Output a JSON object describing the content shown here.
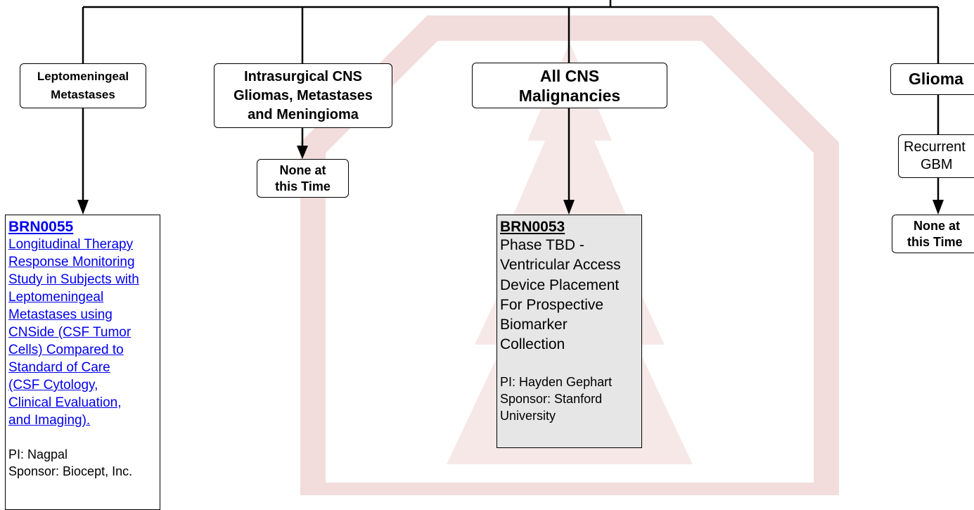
{
  "colors": {
    "watermark": "#f2dcdc",
    "line": "#000000",
    "link": "#0000ee",
    "highlight_box": "#e6e6e6"
  },
  "nodes": {
    "leptomeningeal": {
      "line1": "Leptomeningeal",
      "line2": "Metastases"
    },
    "intrasurgical": {
      "line1": "Intrasurgical CNS",
      "line2": "Gliomas, Metastases",
      "line3": "and Meningioma"
    },
    "all_cns": {
      "line1": "All CNS",
      "line2": "Malignancies"
    },
    "glioma": {
      "label": "Glioma"
    },
    "recurrent_gbm": {
      "line1": "Recurrent",
      "line2": "GBM"
    },
    "none_intrasurgical": {
      "line1": "None at",
      "line2": "this Time"
    },
    "none_glioma": {
      "line1": "None at",
      "line2": "this Time"
    }
  },
  "trials": {
    "brn0055": {
      "code": "BRN0055",
      "title_lines": [
        "Longitudinal Therapy",
        "Response Monitoring",
        "Study in Subjects with",
        "Leptomeningeal",
        "Metastases using",
        "CNSide (CSF Tumor",
        "Cells) Compared to",
        "Standard of Care",
        "(CSF Cytology,",
        "Clinical Evaluation,",
        "and Imaging)."
      ],
      "pi": "PI: Nagpal",
      "sponsor": "Sponsor: Biocept, Inc."
    },
    "brn0053": {
      "code": "BRN0053",
      "title_lines": [
        "Phase TBD -",
        "Ventricular Access",
        "Device Placement",
        "For Prospective",
        "Biomarker",
        "Collection"
      ],
      "pi": "PI: Hayden Gephart",
      "sponsor_line1": "Sponsor: Stanford",
      "sponsor_line2": "University"
    }
  }
}
